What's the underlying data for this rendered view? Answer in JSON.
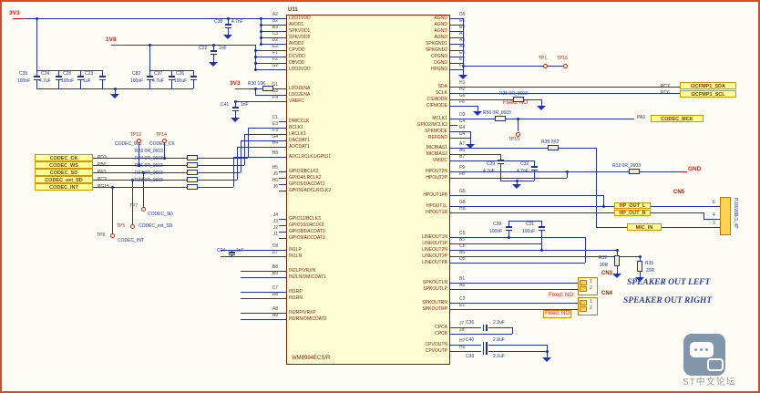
{
  "power_nets": {
    "v3v3": "3V3",
    "v1v8": "1V8",
    "gnd": "GND"
  },
  "ic": {
    "designator": "U11",
    "part_number": "WM8994ECS/R",
    "left_groups": [
      [
        [
          "A2",
          "LDO1VDD"
        ],
        [
          "B2",
          "AVDD1"
        ],
        [
          "B3",
          "SPKVDD1"
        ],
        [
          "C3",
          "SPKVDD2"
        ],
        [
          "D2",
          "AVDD2"
        ],
        [
          "E2",
          "CPVDD"
        ],
        [
          "F1",
          "DCVDD"
        ],
        [
          "F2",
          "DBVDD"
        ],
        [
          "G2",
          "LDO2VDD"
        ]
      ],
      [
        [
          "G1",
          "LDO1ENA"
        ],
        [
          "G3",
          "LDO2ENA"
        ],
        [
          "F4",
          "VREFC"
        ]
      ],
      [
        [
          "C1",
          "DMICCLK"
        ],
        [
          "E3",
          "BCLK1"
        ],
        [
          "F3",
          "LRCLK1"
        ],
        [
          "G4",
          "DACDAT1"
        ],
        [
          "H4",
          "ADCDAT1"
        ]
      ],
      [
        [
          "H3",
          "ADCLRCLK1/GPIO1"
        ]
      ],
      [
        [
          "H5",
          "GPIO3/BCLK2"
        ],
        [
          "J5",
          "GPIO4/LRCLK2"
        ],
        [
          "H6",
          "GPIO5/DACDAT2"
        ],
        [
          "J6",
          "GPIO6/ADCLRCLK2"
        ]
      ],
      [
        [
          "J4",
          "GPIO11/BCLK3"
        ],
        [
          "J3",
          "GPIO10/LRCLK3"
        ],
        [
          "J2",
          "GPIO8/DACDAT3"
        ],
        [
          "J1",
          "GPIO9/ADCDAT3"
        ]
      ],
      [
        [
          "C8",
          "IN1LP"
        ],
        [
          "D7",
          "IN1LN"
        ]
      ],
      [
        [
          "B8",
          "IN2LP/VRXN"
        ],
        [
          "B9",
          "IN2LN/DMICDAT1"
        ]
      ],
      [
        [
          "C7",
          "IN1RP"
        ],
        [
          "D8",
          "IN1RN"
        ]
      ],
      [
        [
          "A8",
          "IN2RP/VRXP"
        ],
        [
          "A9",
          "IN2RN/DMICDAT2"
        ]
      ]
    ],
    "right_groups": [
      [
        [
          "D6",
          "AGND"
        ],
        [
          "E6",
          "AGND"
        ],
        [
          "E8",
          "AGND"
        ],
        [
          "A1",
          "AGND"
        ],
        [
          "A3",
          "SPKGND1"
        ],
        [
          "A4",
          "SPKGND2"
        ],
        [
          "E5",
          "CPGND"
        ],
        [
          "E7",
          "DGND"
        ],
        [
          "F7",
          "HPGND"
        ]
      ],
      [
        [
          "H1",
          "SDA"
        ],
        [
          "H2",
          "SCLK"
        ],
        [
          "G6",
          "CS/ADDR"
        ],
        [
          "F6",
          "CIFMODE"
        ]
      ],
      [
        [
          "D3",
          "MCLK1"
        ],
        [
          "C4",
          "GPIO2/MCLK2"
        ],
        [
          "E4",
          "SPKMODE"
        ],
        [
          "D4",
          "REFGND"
        ]
      ],
      [
        [
          "A7",
          "MICBIAS1"
        ],
        [
          "A6",
          "MICBIAS2"
        ],
        [
          "B7",
          "VMIDC"
        ]
      ],
      [
        [
          "F9",
          "HPOUT2N"
        ],
        [
          "F8",
          "HPOUT2P"
        ]
      ],
      [
        [
          "G5",
          "HPOUT1FB"
        ]
      ],
      [
        [
          "G8",
          "HPOUT1L"
        ],
        [
          "H8",
          "HPOUT1R"
        ]
      ],
      [
        [
          "C5",
          "LINEOUT1N"
        ],
        [
          "B5",
          "LINEOUT1P"
        ],
        [
          "C6",
          "LINEOUT2N"
        ],
        [
          "B6",
          "LINEOUT2P"
        ],
        [
          "D5",
          "LINEOUTFB"
        ]
      ],
      [
        [
          "B1",
          "SPKOUTLN"
        ],
        [
          "A5",
          "SPKOUTLP"
        ]
      ],
      [
        [
          "C2",
          "SPKOUTRN"
        ],
        [
          "E1",
          "SPKOUTRP"
        ]
      ],
      [
        [
          "J7",
          "CPCA"
        ],
        [
          "J8",
          "CPCB"
        ]
      ],
      [
        [
          "H7",
          "CPVOUTN"
        ],
        [
          "H9",
          "CPVOUTP"
        ]
      ]
    ]
  },
  "net_labels": {
    "left": [
      "CODEC_CK",
      "CODEC_WS",
      "CODEC_SD",
      "CODEC_ext_SD",
      "CODEC_INT"
    ],
    "sda": "I2CFMP1_SDA",
    "scl": "I2CFMP1_SCL",
    "mck": "CODEC_MCK",
    "hp_l": "HP_OUT_L",
    "hp_r": "HP_OUT_R",
    "mic": "MIC_IN"
  },
  "ports": {
    "left": [
      "PD3",
      "PB0",
      "PE3",
      "PC2",
      "PG15"
    ],
    "sda": "PC7",
    "scl": "PC6",
    "mclk": "PA3"
  },
  "wire_texts": {
    "ws": "CODEC_WS",
    "ck": "CODEC_CK",
    "sd": "CODEC_SD",
    "ext_sd": "CODEC_ext_SD",
    "int": "CODEC_INT"
  },
  "resistors": {
    "R23": "0R_0603",
    "R24": "0R_0603",
    "R26": "0R_0603",
    "R27": "0R_0603",
    "R28": "0R_0603",
    "R30": "10K",
    "R25": "0R_0603",
    "R56": "0R_0603",
    "R39": "2K2",
    "R12": "0R_0603",
    "R32": "20R",
    "R35": "20R"
  },
  "capacitors": {
    "C35": "100nF",
    "C24": "4.7uF",
    "C25": "100nF",
    "C23": "1uF",
    "C82": "100nF",
    "C37": "4.7uF",
    "C26": "100uF",
    "C38": "4.7nF",
    "C22": "1nF",
    "C41": "1nF",
    "C34": "1nF",
    "C39": "4.7nF",
    "C32": "4.7nF",
    "C29": "100nF",
    "C31": "100uF",
    "C36": "2.2uF",
    "C40": "2.2uF",
    "C33": "2.2uF"
  },
  "testpoints": [
    "TP1",
    "TP16",
    "TP10",
    "TP13",
    "TP14",
    "TP7",
    "TP5",
    "TP8"
  ],
  "connectors": {
    "cn3": {
      "des": "CN3",
      "pins": [
        "1",
        "2"
      ]
    },
    "cn4": {
      "des": "CN4",
      "pins": [
        "1",
        "2"
      ]
    },
    "cn5": {
      "des": "CN5",
      "part": "PJ3028B-3_4P",
      "pins": [
        "6",
        "4",
        "3"
      ]
    }
  },
  "annotations": {
    "fixed_no": "Fixed: NO",
    "spk_left": "SPEAKER OUT LEFT",
    "spk_right": "SPEAKER OUT RIGHT"
  },
  "watermark": {
    "text": "ST中文论坛"
  }
}
